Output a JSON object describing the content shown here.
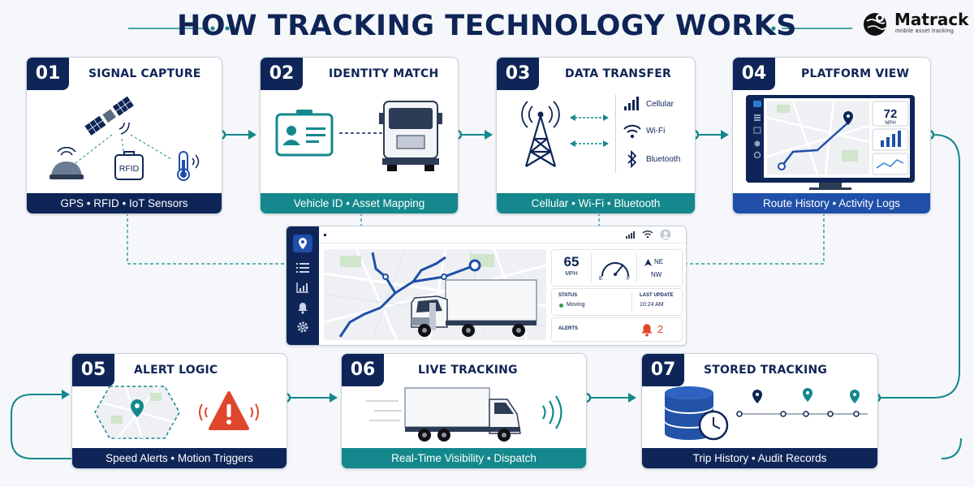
{
  "title": "HOW TRACKING TECHNOLOGY WORKS",
  "brand": {
    "name": "Matrack",
    "tagline": "mobile asset tracking"
  },
  "colors": {
    "navy": "#0f2557",
    "teal": "#14888c",
    "blue": "#1f4fa8",
    "alert": "#e0462d"
  },
  "steps": [
    {
      "num": "01",
      "title": "SIGNAL CAPTURE",
      "band": "GPS • RFID • IoT Sensors",
      "rfid_label": "RFID"
    },
    {
      "num": "02",
      "title": "IDENTITY MATCH",
      "band": "Vehicle ID • Asset Mapping"
    },
    {
      "num": "03",
      "title": "DATA TRANSFER",
      "band": "Cellular • Wi-Fi • Bluetooth",
      "channels": [
        "Cellular",
        "Wi-Fi",
        "Bluetooth"
      ]
    },
    {
      "num": "04",
      "title": "PLATFORM VIEW",
      "band": "Route History • Activity Logs",
      "speed": "72",
      "speed_unit": "MPH"
    },
    {
      "num": "05",
      "title": "ALERT LOGIC",
      "band": "Speed Alerts • Motion Triggers"
    },
    {
      "num": "06",
      "title": "LIVE TRACKING",
      "band": "Real-Time Visibility • Dispatch"
    },
    {
      "num": "07",
      "title": "STORED TRACKING",
      "band": "Trip History • Audit Records"
    }
  ],
  "dashboard": {
    "speed": "65",
    "speed_unit": "MPH",
    "gauge_e": "E",
    "gauge_f": "F",
    "heading_top": "NE",
    "heading_bottom": "NW",
    "status_label": "STATUS",
    "status_value": "Moving",
    "last_update_label": "LAST UPDATE",
    "last_update_value": "10:24 AM",
    "alerts_label": "ALERTS",
    "alerts_count": "2",
    "icons": [
      "location-pin-icon",
      "list-icon",
      "chart-icon",
      "bell-icon",
      "gear-icon"
    ]
  }
}
